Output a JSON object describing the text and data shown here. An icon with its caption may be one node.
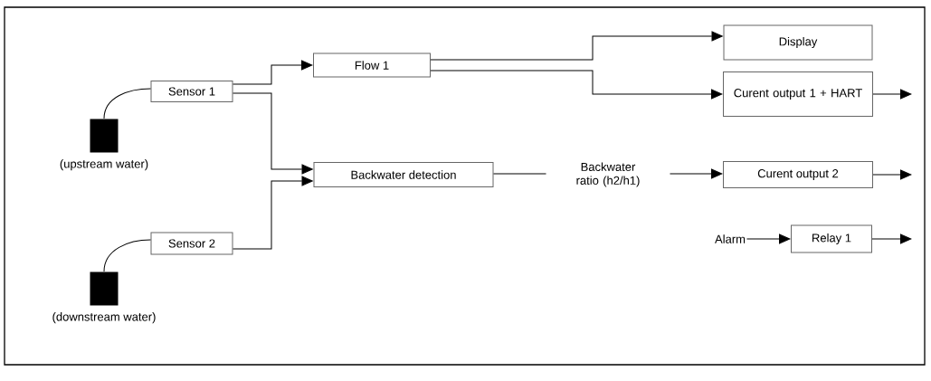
{
  "diagram": {
    "nodes": [
      {
        "text": [
          "Sensor 1"
        ]
      },
      {
        "text": [
          "Sensor 2"
        ]
      },
      {
        "text": [
          "(upstream water)"
        ]
      },
      {
        "text": [
          "(downstream water)"
        ]
      },
      {
        "text": [
          "Flow 1"
        ]
      },
      {
        "text": [
          "Backwater detection"
        ]
      },
      {
        "text": [
          "Display"
        ]
      },
      {
        "text": [
          "Curent output 1 + HART"
        ]
      },
      {
        "text": [
          "Curent output 2"
        ]
      },
      {
        "text": [
          "Alarm"
        ]
      },
      {
        "text": [
          "Relay 1"
        ]
      }
    ],
    "edges": [
      {
        "from": 2,
        "to": 0,
        "arrow": "none"
      },
      {
        "from": 3,
        "to": 1,
        "arrow": "none"
      },
      {
        "from": 0,
        "to": 4,
        "arrow": "to"
      },
      {
        "from": 0,
        "to": 5,
        "arrow": "to"
      },
      {
        "from": 1,
        "to": 5,
        "arrow": "to"
      },
      {
        "from": 4,
        "to": 6,
        "arrow": "to"
      },
      {
        "from": 4,
        "to": 7,
        "arrow": "to"
      },
      {
        "from": 5,
        "to": 8,
        "arrow": "to",
        "label": "Backwater ratio (h2/h1)"
      },
      {
        "from": 7,
        "to": null,
        "arrow": "to"
      },
      {
        "from": 8,
        "to": null,
        "arrow": "to"
      },
      {
        "from": 9,
        "to": 10,
        "arrow": "to"
      },
      {
        "from": 10,
        "to": null,
        "arrow": "to"
      }
    ]
  }
}
